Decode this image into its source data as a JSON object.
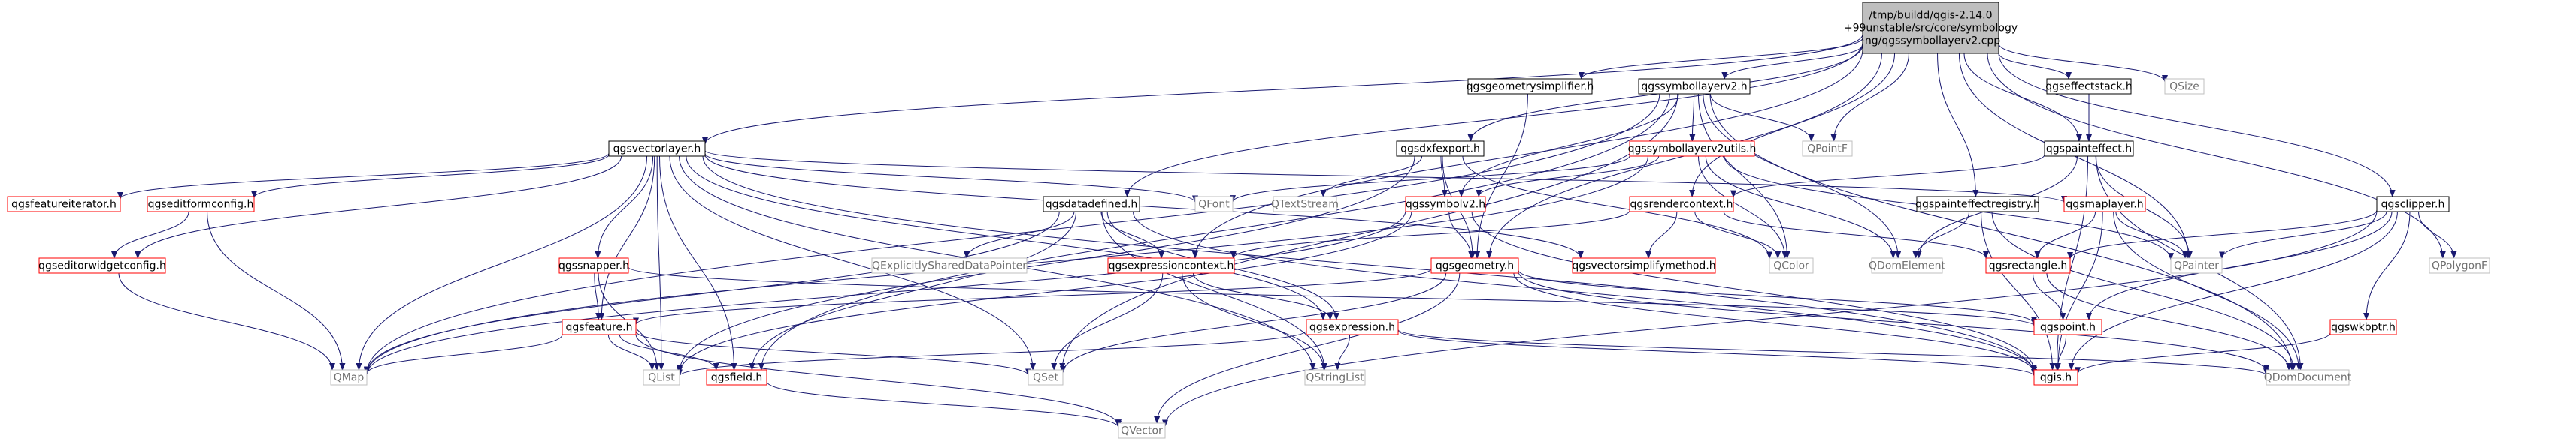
{
  "colors": {
    "internal_border": "#000000",
    "internal_text": "#000000",
    "incomplete_border": "#ff0000",
    "incomplete_text": "#ff0000",
    "external_border": "#bfbfbf",
    "external_text": "#707070",
    "root_fill": "#bfbfbf",
    "edge": "#191970"
  },
  "nodes": [
    {
      "id": "root",
      "label": [
        "/tmp/buildd/qgis-2.14.0",
        "+99unstable/src/core/symbology",
        "-ng/qgssymbollayerv2.cpp"
      ],
      "kind": "root"
    },
    {
      "id": "qgsvectorlayer",
      "label": [
        "qgsvectorlayer.h"
      ],
      "kind": "internal"
    },
    {
      "id": "qgsgeometrysimplifier",
      "label": [
        "qgsgeometrysimplifier.h"
      ],
      "kind": "internal"
    },
    {
      "id": "qgssymbollayerv2",
      "label": [
        "qgssymbollayerv2.h"
      ],
      "kind": "internal"
    },
    {
      "id": "qgseffectstack",
      "label": [
        "qgseffectstack.h"
      ],
      "kind": "internal"
    },
    {
      "id": "qsize",
      "label": [
        "QSize"
      ],
      "kind": "external"
    },
    {
      "id": "qgsdxfexport",
      "label": [
        "qgsdxfexport.h"
      ],
      "kind": "internal"
    },
    {
      "id": "qgssymbollayerv2utils",
      "label": [
        "qgssymbollayerv2utils.h"
      ],
      "kind": "incomplete"
    },
    {
      "id": "qpointf",
      "label": [
        "QPointF"
      ],
      "kind": "external"
    },
    {
      "id": "qgspainteffect",
      "label": [
        "qgspainteffect.h"
      ],
      "kind": "internal"
    },
    {
      "id": "qgsclipper",
      "label": [
        "qgsclipper.h"
      ],
      "kind": "internal"
    },
    {
      "id": "qgsfeatureiterator",
      "label": [
        "qgsfeatureiterator.h"
      ],
      "kind": "incomplete"
    },
    {
      "id": "qgseditformconfig",
      "label": [
        "qgseditformconfig.h"
      ],
      "kind": "incomplete"
    },
    {
      "id": "qgseditorwidgetconfig",
      "label": [
        "qgseditorwidgetconfig.h"
      ],
      "kind": "incomplete"
    },
    {
      "id": "qfont",
      "label": [
        "QFont"
      ],
      "kind": "external"
    },
    {
      "id": "qtextstream",
      "label": [
        "QTextStream"
      ],
      "kind": "external"
    },
    {
      "id": "qgsdatadefined",
      "label": [
        "qgsdatadefined.h"
      ],
      "kind": "internal"
    },
    {
      "id": "qgssymbolv2",
      "label": [
        "qgssymbolv2.h"
      ],
      "kind": "incomplete"
    },
    {
      "id": "qgsrendercontext",
      "label": [
        "qgsrendercontext.h"
      ],
      "kind": "incomplete"
    },
    {
      "id": "qgspainteffectregistry",
      "label": [
        "qgspainteffectregistry.h"
      ],
      "kind": "internal"
    },
    {
      "id": "qgsmaplayer",
      "label": [
        "qgsmaplayer.h"
      ],
      "kind": "incomplete"
    },
    {
      "id": "qpainter",
      "label": [
        "QPainter"
      ],
      "kind": "external"
    },
    {
      "id": "qpolygonf",
      "label": [
        "QPolygonF"
      ],
      "kind": "external"
    },
    {
      "id": "qexplicitlyshared",
      "label": [
        "QExplicitlySharedDataPointer"
      ],
      "kind": "external"
    },
    {
      "id": "qgsexpressioncontext",
      "label": [
        "qgsexpressioncontext.h"
      ],
      "kind": "incomplete"
    },
    {
      "id": "qgsgeometry",
      "label": [
        "qgsgeometry.h"
      ],
      "kind": "incomplete"
    },
    {
      "id": "qgsvectorsimplifymethod",
      "label": [
        "qgsvectorsimplifymethod.h"
      ],
      "kind": "incomplete"
    },
    {
      "id": "qcolor",
      "label": [
        "QColor"
      ],
      "kind": "external"
    },
    {
      "id": "qdomelement",
      "label": [
        "QDomElement"
      ],
      "kind": "external"
    },
    {
      "id": "qgsrectangle",
      "label": [
        "qgsrectangle.h"
      ],
      "kind": "incomplete"
    },
    {
      "id": "qgswkbptr",
      "label": [
        "qgswkbptr.h"
      ],
      "kind": "incomplete"
    },
    {
      "id": "qgssnapper",
      "label": [
        "qgssnapper.h"
      ],
      "kind": "incomplete"
    },
    {
      "id": "qgsfeature",
      "label": [
        "qgsfeature.h"
      ],
      "kind": "incomplete"
    },
    {
      "id": "qgsexpression",
      "label": [
        "qgsexpression.h"
      ],
      "kind": "incomplete"
    },
    {
      "id": "qgspoint",
      "label": [
        "qgspoint.h"
      ],
      "kind": "incomplete"
    },
    {
      "id": "qmap",
      "label": [
        "QMap"
      ],
      "kind": "external"
    },
    {
      "id": "qlist",
      "label": [
        "QList"
      ],
      "kind": "external"
    },
    {
      "id": "qgsfield",
      "label": [
        "qgsfield.h"
      ],
      "kind": "incomplete"
    },
    {
      "id": "qset",
      "label": [
        "QSet"
      ],
      "kind": "external"
    },
    {
      "id": "qstringlist",
      "label": [
        "QStringList"
      ],
      "kind": "external"
    },
    {
      "id": "qgis",
      "label": [
        "qgis.h"
      ],
      "kind": "incomplete"
    },
    {
      "id": "qdomdocument",
      "label": [
        "QDomDocument"
      ],
      "kind": "external"
    },
    {
      "id": "qvector",
      "label": [
        "QVector"
      ],
      "kind": "external"
    }
  ],
  "edges": [
    [
      "root",
      "qgsvectorlayer"
    ],
    [
      "root",
      "qgsgeometrysimplifier"
    ],
    [
      "root",
      "qgssymbollayerv2"
    ],
    [
      "root",
      "qgseffectstack"
    ],
    [
      "root",
      "qsize"
    ],
    [
      "root",
      "qgsdxfexport"
    ],
    [
      "root",
      "qgsdatadefined"
    ],
    [
      "root",
      "qgsexpressioncontext"
    ],
    [
      "root",
      "qgsrendercontext"
    ],
    [
      "root",
      "qgspainteffect"
    ],
    [
      "root",
      "qgspainteffectregistry"
    ],
    [
      "root",
      "qgsclipper"
    ],
    [
      "root",
      "qpointf"
    ],
    [
      "root",
      "qpainter"
    ],
    [
      "root",
      "qgsgeometry"
    ],
    [
      "root",
      "qpolygonf"
    ],
    [
      "qgsvectorlayer",
      "qgsfeatureiterator"
    ],
    [
      "qgsvectorlayer",
      "qgseditformconfig"
    ],
    [
      "qgsvectorlayer",
      "qgseditorwidgetconfig"
    ],
    [
      "qgsvectorlayer",
      "qmap"
    ],
    [
      "qgsvectorlayer",
      "qlist"
    ],
    [
      "qgsvectorlayer",
      "qgssnapper"
    ],
    [
      "qgsvectorlayer",
      "qgsfeature"
    ],
    [
      "qgsvectorlayer",
      "qgsfield"
    ],
    [
      "qgsvectorlayer",
      "qset"
    ],
    [
      "qgsvectorlayer",
      "qstringlist"
    ],
    [
      "qgsvectorlayer",
      "qfont"
    ],
    [
      "qgsvectorlayer",
      "qgsmaplayer"
    ],
    [
      "qgsvectorlayer",
      "qgsexpression"
    ],
    [
      "qgsvectorlayer",
      "qgsvectorsimplifymethod"
    ],
    [
      "qgsvectorlayer",
      "qgis"
    ],
    [
      "qgseditformconfig",
      "qgseditorwidgetconfig"
    ],
    [
      "qgseditformconfig",
      "qmap"
    ],
    [
      "qgseditorwidgetconfig",
      "qmap"
    ],
    [
      "qgsgeometrysimplifier",
      "qgsgeometry"
    ],
    [
      "qgssymbollayerv2",
      "qgssymbollayerv2utils"
    ],
    [
      "qgssymbollayerv2",
      "qpointf"
    ],
    [
      "qgssymbollayerv2",
      "qmap"
    ],
    [
      "qgssymbollayerv2",
      "qgsfield"
    ],
    [
      "qgssymbollayerv2",
      "qset"
    ],
    [
      "qgssymbollayerv2",
      "qdomelement"
    ],
    [
      "qgssymbollayerv2",
      "qcolor"
    ],
    [
      "qgssymbollayerv2",
      "qgssymbolv2"
    ],
    [
      "qgssymbollayerv2",
      "qdomdocument"
    ],
    [
      "qgseffectstack",
      "qgspainteffect"
    ],
    [
      "qgsdxfexport",
      "qgssymbolv2"
    ],
    [
      "qgsdxfexport",
      "qtextstream"
    ],
    [
      "qgsdxfexport",
      "qgsgeometry"
    ],
    [
      "qgsdxfexport",
      "qcolor"
    ],
    [
      "qgsdxfexport",
      "qlist"
    ],
    [
      "qgssymbollayerv2utils",
      "qfont"
    ],
    [
      "qgssymbollayerv2utils",
      "qgssymbolv2"
    ],
    [
      "qgssymbollayerv2utils",
      "qcolor"
    ],
    [
      "qgssymbollayerv2utils",
      "qdomelement"
    ],
    [
      "qgssymbollayerv2utils",
      "qpainter"
    ],
    [
      "qgssymbollayerv2utils",
      "qmap"
    ],
    [
      "qgspainteffect",
      "qgsrendercontext"
    ],
    [
      "qgspainteffect",
      "qpainter"
    ],
    [
      "qgspainteffect",
      "qdomelement"
    ],
    [
      "qgspainteffect",
      "qgis"
    ],
    [
      "qgspainteffect",
      "qdomdocument"
    ],
    [
      "qgspainteffectregistry",
      "qgis"
    ],
    [
      "qgspainteffectregistry",
      "qdomelement"
    ],
    [
      "qgspainteffectregistry",
      "qdomdocument"
    ],
    [
      "qgsclipper",
      "qgsrectangle"
    ],
    [
      "qgsclipper",
      "qpolygonf"
    ],
    [
      "qgsclipper",
      "qpainter"
    ],
    [
      "qgsclipper",
      "qgswkbptr"
    ],
    [
      "qgsclipper",
      "qgspoint"
    ],
    [
      "qgsclipper",
      "qgis"
    ],
    [
      "qgsclipper",
      "qvector"
    ],
    [
      "qgsdatadefined",
      "qexplicitlyshared"
    ],
    [
      "qgsdatadefined",
      "qgsexpressioncontext"
    ],
    [
      "qgsdatadefined",
      "qgsexpression"
    ],
    [
      "qgsdatadefined",
      "qgsfield"
    ],
    [
      "qgsdatadefined",
      "qgis"
    ],
    [
      "qgsdatadefined",
      "qstringlist"
    ],
    [
      "qgsdatadefined",
      "qmap"
    ],
    [
      "qgssymbolv2",
      "qgsgeometry"
    ],
    [
      "qgssymbolv2",
      "qmap"
    ],
    [
      "qgssymbolv2",
      "qlist"
    ],
    [
      "qgssymbolv2",
      "qgis"
    ],
    [
      "qgsrendercontext",
      "qgsvectorsimplifymethod"
    ],
    [
      "qgsrendercontext",
      "qcolor"
    ],
    [
      "qgsrendercontext",
      "qgsrectangle"
    ],
    [
      "qgsrendercontext",
      "qgsexpressioncontext"
    ],
    [
      "qgsmaplayer",
      "qgsrectangle"
    ],
    [
      "qgsmaplayer",
      "qpainter"
    ],
    [
      "qgsmaplayer",
      "qgis"
    ],
    [
      "qgsmaplayer",
      "qdomdocument"
    ],
    [
      "qgsexpressioncontext",
      "qgsexpression"
    ],
    [
      "qgsexpressioncontext",
      "qset"
    ],
    [
      "qgsexpressioncontext",
      "qstringlist"
    ],
    [
      "qgsgeometry",
      "qgsfeature"
    ],
    [
      "qgsgeometry",
      "qgspoint"
    ],
    [
      "qgsgeometry",
      "qset"
    ],
    [
      "qgsgeometry",
      "qgis"
    ],
    [
      "qgsgeometry",
      "qvector"
    ],
    [
      "qgsgeometry",
      "qdomdocument"
    ],
    [
      "qgsrectangle",
      "qgspoint"
    ],
    [
      "qgsrectangle",
      "qdomdocument"
    ],
    [
      "qgswkbptr",
      "qgis"
    ],
    [
      "qgssnapper",
      "qgsfeature"
    ],
    [
      "qgssnapper",
      "qlist"
    ],
    [
      "qgssnapper",
      "qgspoint"
    ],
    [
      "qgsfeature",
      "qmap"
    ],
    [
      "qgsfeature",
      "qlist"
    ],
    [
      "qgsfeature",
      "qgsfield"
    ],
    [
      "qgsfeature",
      "qset"
    ],
    [
      "qgsfeature",
      "qvector"
    ],
    [
      "qgsexpression",
      "qlist"
    ],
    [
      "qgsexpression",
      "qstringlist"
    ],
    [
      "qgsexpression",
      "qgis"
    ],
    [
      "qgsexpression",
      "qdomdocument"
    ],
    [
      "qgspoint",
      "qgis"
    ],
    [
      "qgsfield",
      "qvector"
    ]
  ]
}
